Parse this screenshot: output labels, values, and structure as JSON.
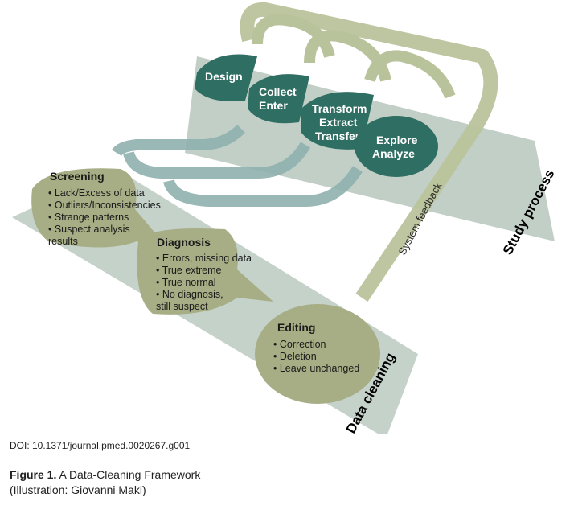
{
  "process_steps": [
    {
      "lines": [
        "Design"
      ]
    },
    {
      "lines": [
        "Collect",
        "Enter"
      ]
    },
    {
      "lines": [
        "Transform",
        "Extract",
        "Transfer"
      ]
    },
    {
      "lines": [
        "Explore",
        "Analyze"
      ]
    }
  ],
  "cleaning_steps": {
    "screening": {
      "title": "Screening",
      "items": [
        "• Lack/Excess of data",
        "• Outliers/Inconsistencies",
        "• Strange patterns",
        "• Suspect analysis",
        "  results"
      ]
    },
    "diagnosis": {
      "title": "Diagnosis",
      "items": [
        "• Errors, missing data",
        "• True extreme",
        "• True normal",
        "• No diagnosis,",
        "  still suspect"
      ]
    },
    "editing": {
      "title": "Editing",
      "items": [
        "• Correction",
        "• Deletion",
        "• Leave unchanged"
      ]
    }
  },
  "labels": {
    "study_process": "Study process",
    "data_cleaning": "Data cleaning",
    "system_feedback": "System feedback"
  },
  "footer": {
    "doi": "DOI: 10.1371/journal.pmed.0020267.g001",
    "figure_label": "Figure 1.",
    "figure_title": "A Data-Cleaning Framework",
    "credit": "(Illustration: Giovanni Maki)"
  },
  "colors": {
    "teal": "#2f6e62",
    "olive": "#a7ad84",
    "band": "#b7c7bd",
    "feedback": "#b9c39b",
    "blue_arrow": "#8fb0ae"
  }
}
